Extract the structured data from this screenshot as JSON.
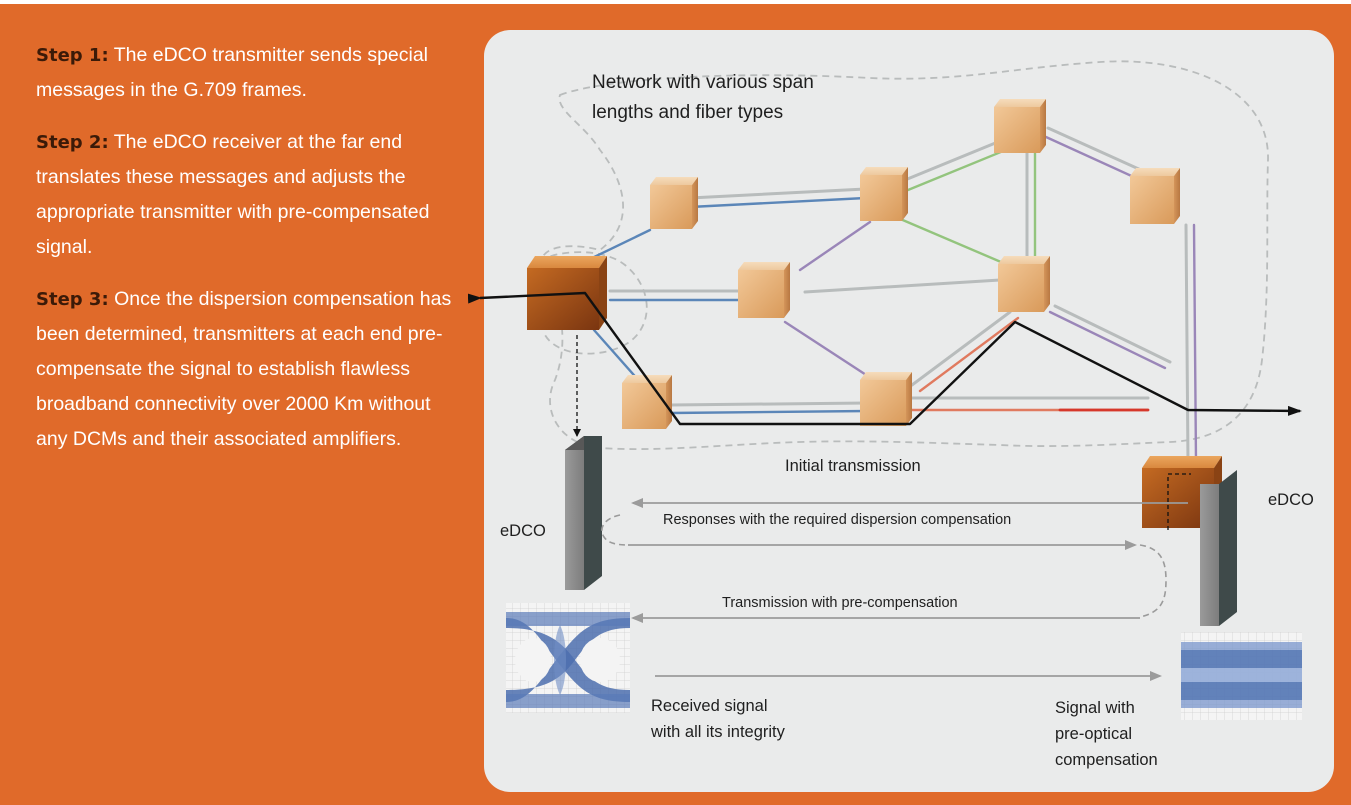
{
  "colors": {
    "background": "#e06a2a",
    "panel": "#eaebeb",
    "step_label": "#3b1a08",
    "box": "#e9b47c",
    "fiber_gray": "#b8bcbc",
    "fiber_blue": "#5b86b8",
    "fiber_green": "#93c47d",
    "fiber_purple": "#9a86b8",
    "fiber_red": "#d6372b",
    "path": "#111111"
  },
  "steps": [
    {
      "label": "Step 1:",
      "text": "The eDCO transmitter sends special messages in the G.709 frames."
    },
    {
      "label": "Step 2:",
      "text": "The eDCO receiver at the far end translates these messages and adjusts the appropriate transmitter with pre-compensated signal."
    },
    {
      "label": "Step 3:",
      "text": "Once the dispersion compensation has been determined, transmitters at each end pre-compensate the signal to establish flawless broadband connectivity over 2000 Km without any DCMs and their associated amplifiers."
    }
  ],
  "diagram": {
    "network_label_line1": "Network with various span",
    "network_label_line2": "lengths and fiber types",
    "initial_transmission": "Initial transmission",
    "edco_left": "eDCO",
    "edco_right": "eDCO",
    "responses": "Responses with the required dispersion compensation",
    "transmission_precomp": "Transmission with pre-compensation",
    "received_line1": "Received signal",
    "received_line2": "with all its integrity",
    "signal_line1": "Signal with",
    "signal_line2": "pre-optical",
    "signal_line3": "compensation",
    "node_icon": "box-node-icon",
    "eye_icon": "eye-diagram-icon",
    "noise_icon": "noisy-signal-icon"
  }
}
